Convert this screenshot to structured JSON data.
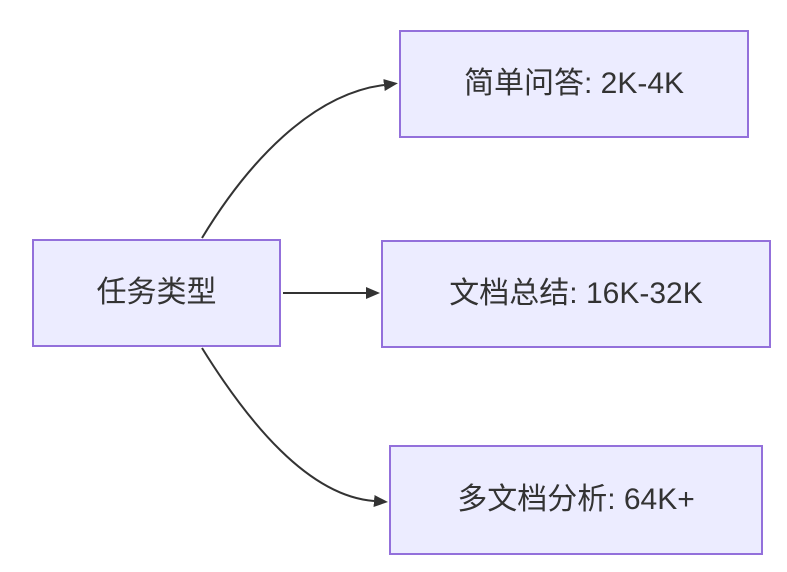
{
  "diagram": {
    "type": "flowchart",
    "direction": "left-to-right",
    "root": {
      "label": "任务类型"
    },
    "children": [
      {
        "label": "简单问答: 2K-4K"
      },
      {
        "label": "文档总结: 16K-32K"
      },
      {
        "label": "多文档分析: 64K+"
      }
    ],
    "edges": [
      {
        "from": "任务类型",
        "to": "简单问答: 2K-4K"
      },
      {
        "from": "任务类型",
        "to": "文档总结: 16K-32K"
      },
      {
        "from": "任务类型",
        "to": "多文档分析: 64K+"
      }
    ]
  },
  "colors": {
    "background": "#FFFFFF",
    "node_fill": "#ECECFF",
    "node_border": "#9370DB",
    "edge": "#333333",
    "text": "#333333"
  }
}
